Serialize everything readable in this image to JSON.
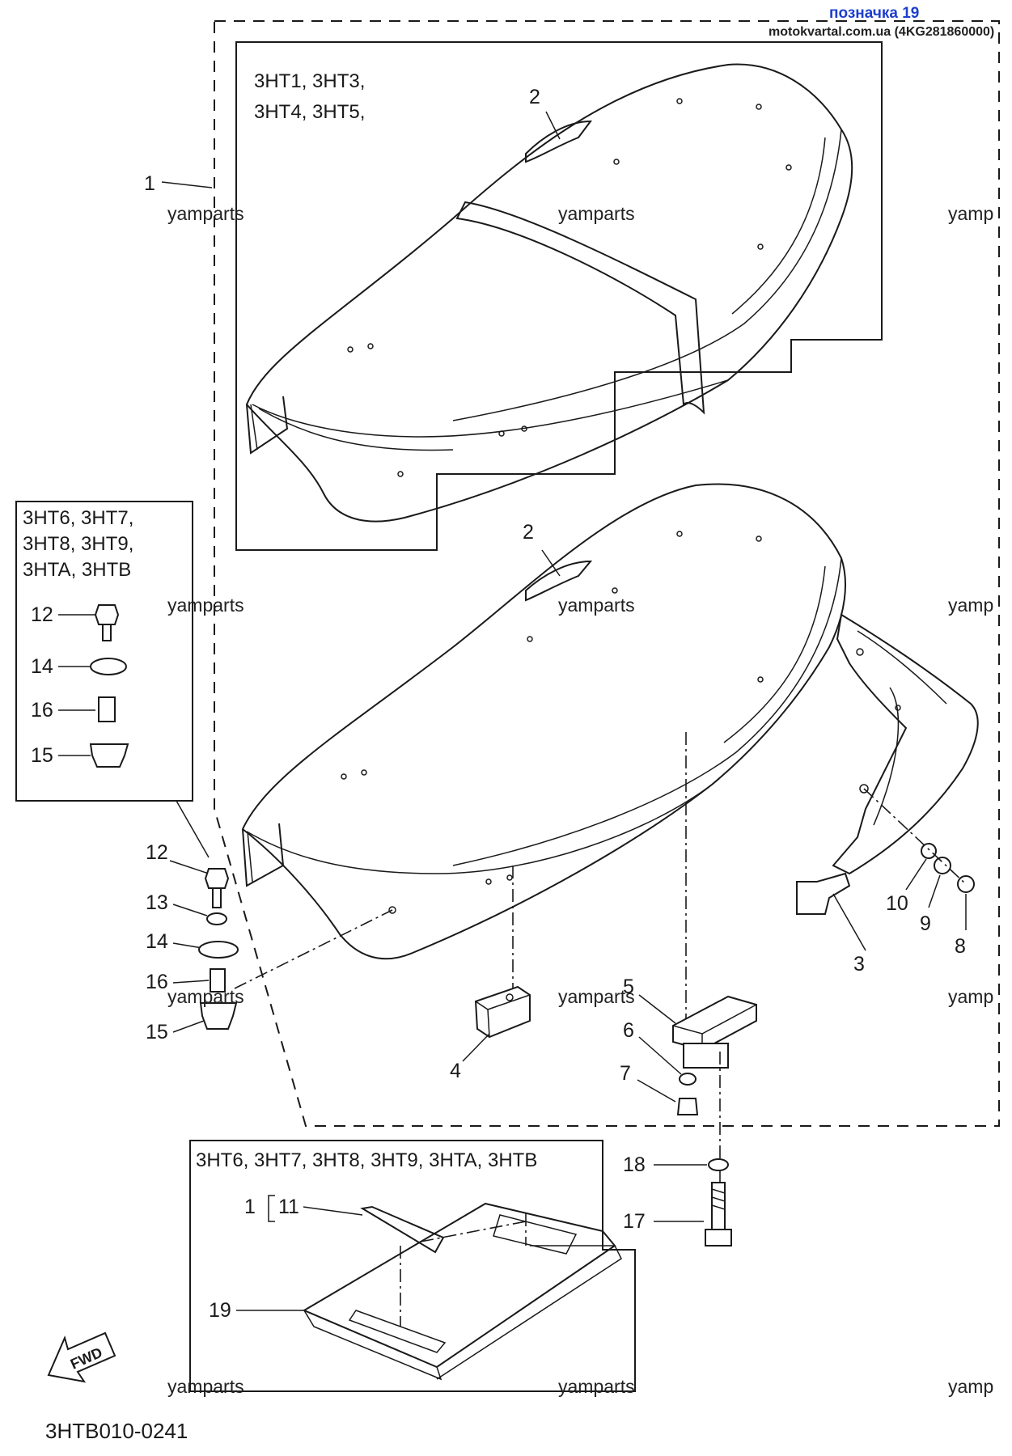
{
  "header": {
    "title": "позначка 19",
    "source": "motokvartal.com.ua (4KG281860000)"
  },
  "diagram_code": "3HTB010-0241",
  "fwd_label": "FWD",
  "watermark": "yamparts",
  "watermark_cut": "yamp",
  "variant_boxes": {
    "top": [
      "3HT1, 3HT3,",
      "3HT4, 3HT5,"
    ],
    "left": [
      "3HT6, 3HT7,",
      "3HT8, 3HT9,",
      "3HTA, 3HTB"
    ],
    "bottom": "3HT6, 3HT7, 3HT8, 3HT9, 3HTA, 3HTB"
  },
  "part_labels": {
    "p1_main": "1",
    "p2_top": "2",
    "p2_mid": "2",
    "p12_box": "12",
    "p14_box": "14",
    "p16_box": "16",
    "p15_box": "15",
    "p12": "12",
    "p13": "13",
    "p14": "14",
    "p16": "16",
    "p15": "15",
    "p4": "4",
    "p5": "5",
    "p6": "6",
    "p7": "7",
    "p3": "3",
    "p10": "10",
    "p9": "9",
    "p8": "8",
    "p18": "18",
    "p17": "17",
    "p1_bottom": "1",
    "p11": "11",
    "p19": "19"
  },
  "colors": {
    "line": "#1a1a1a",
    "header_link": "#1e3fcf"
  }
}
